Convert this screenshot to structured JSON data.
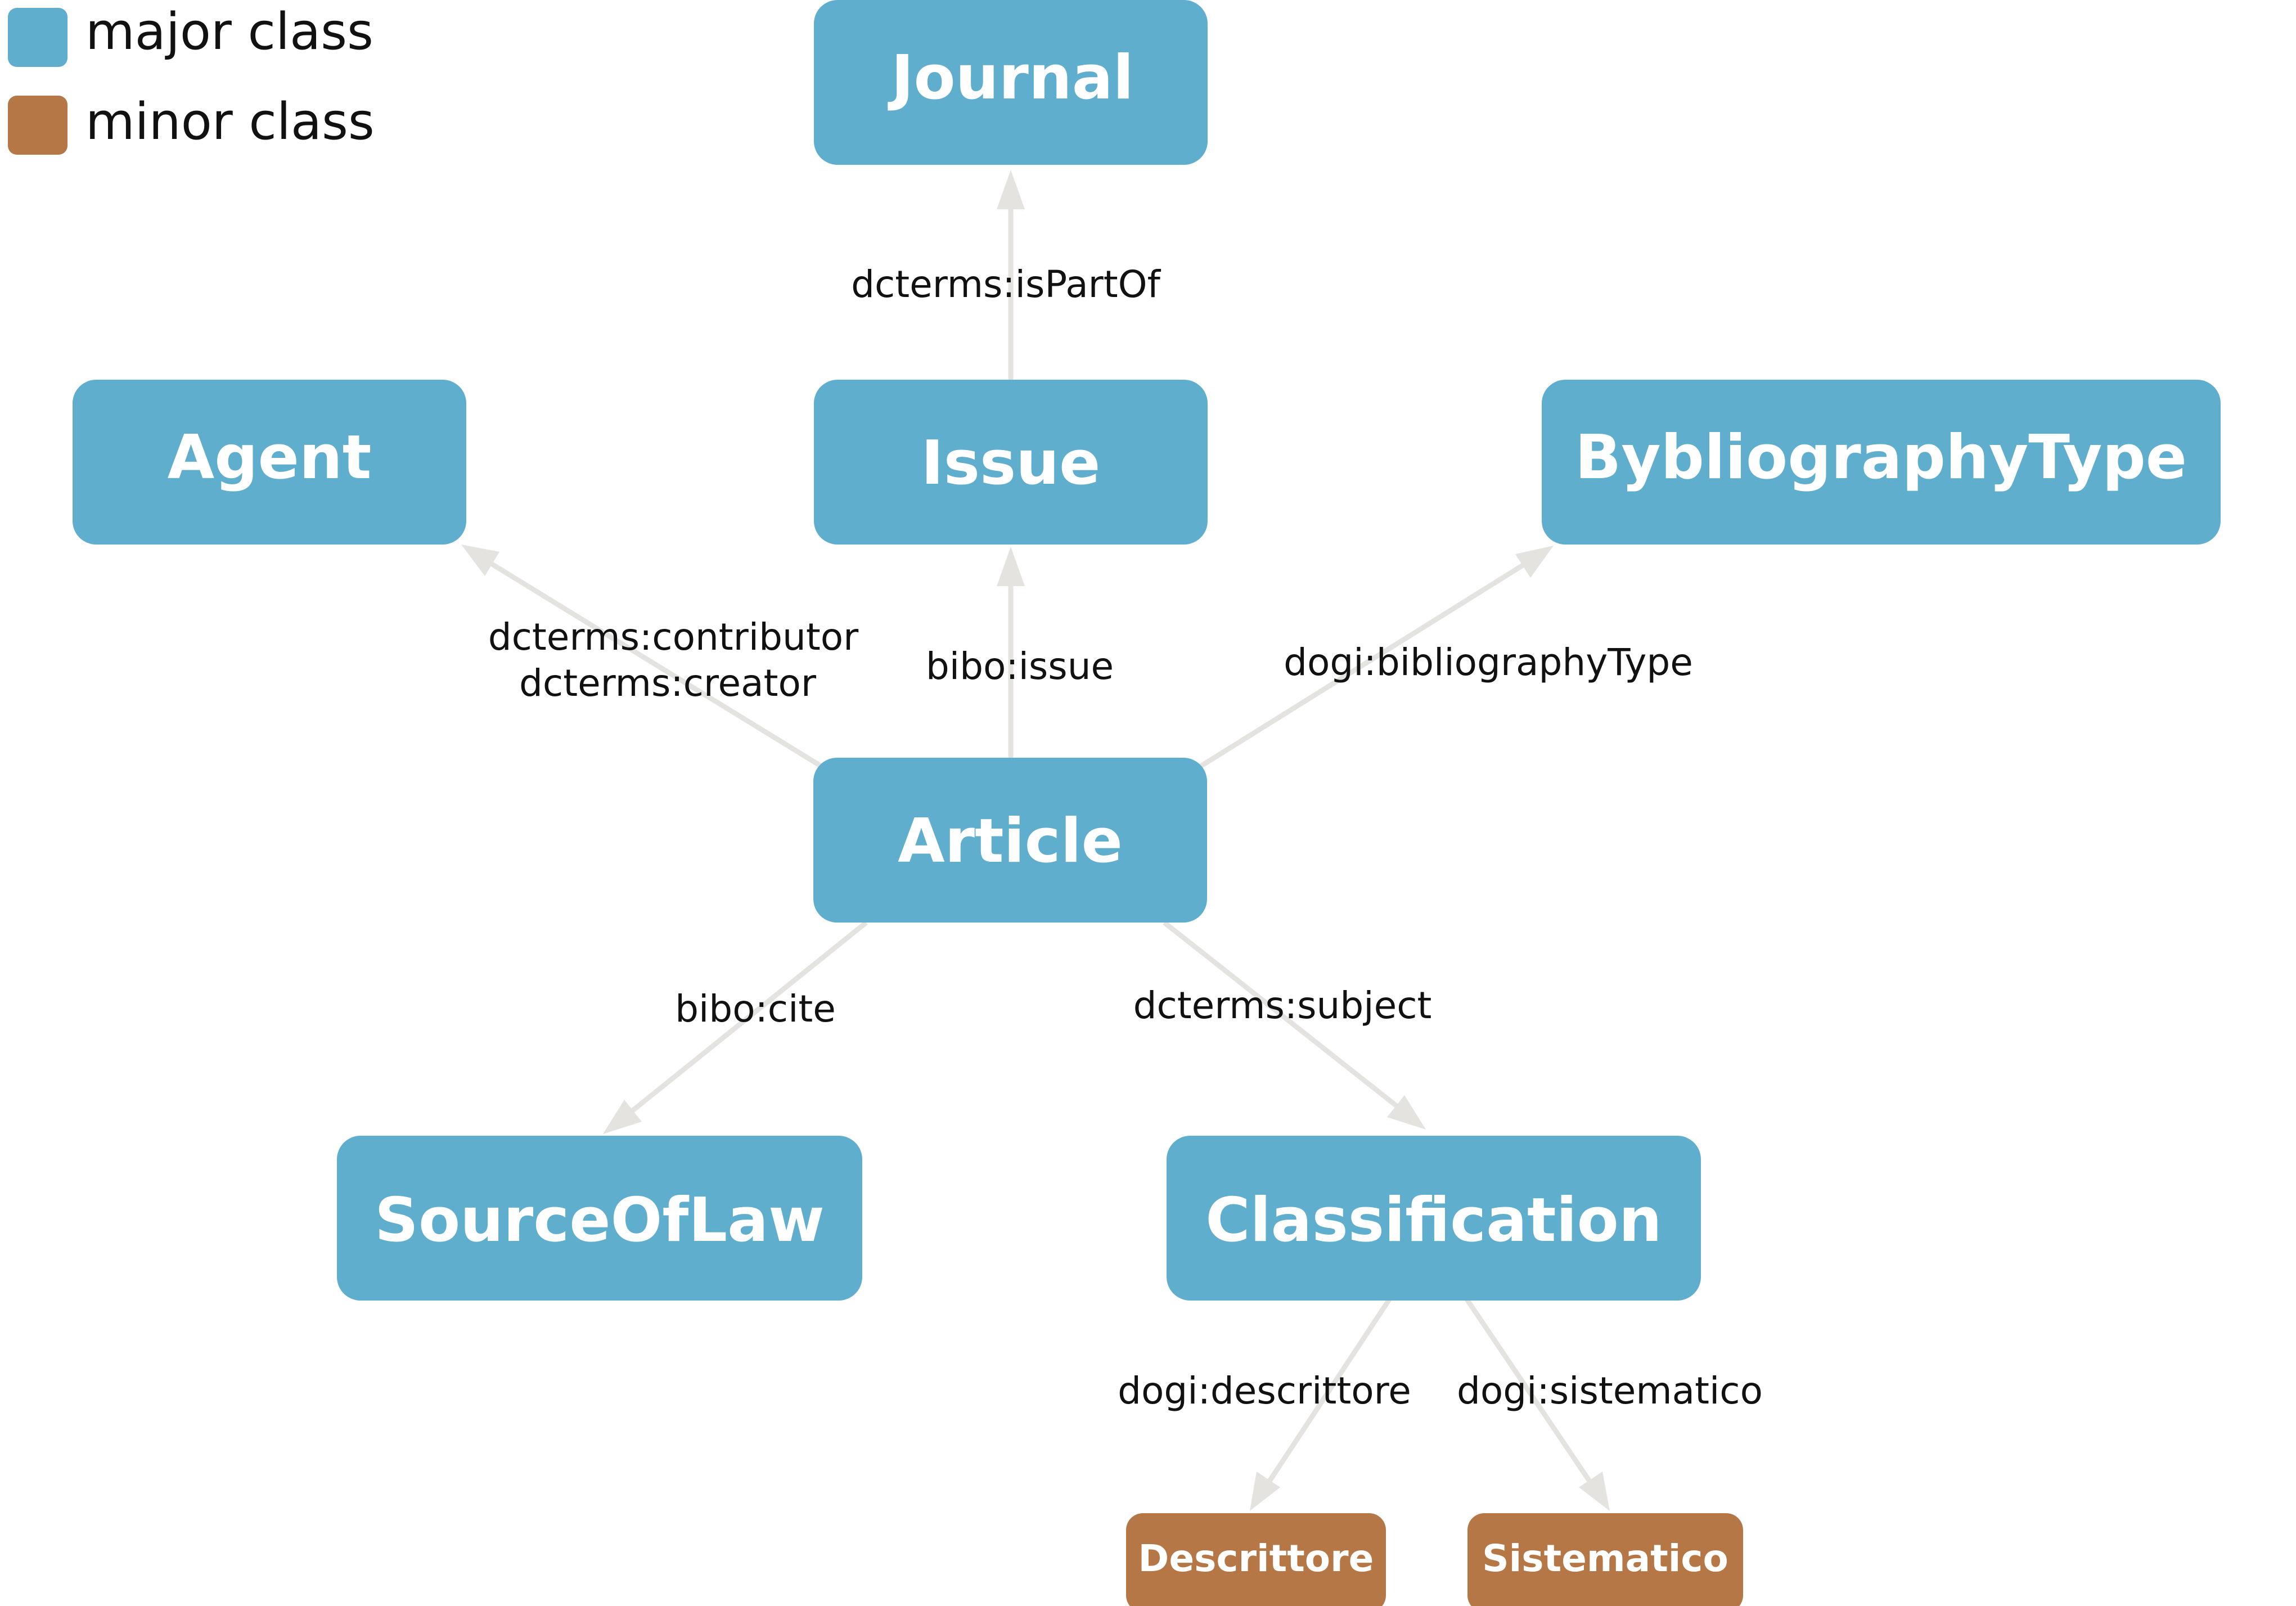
{
  "colors": {
    "major": "#60aecd",
    "minor": "#b57745",
    "edge": "#e4e3e0",
    "label": "#111111",
    "node_text": "#ffffff"
  },
  "legend": {
    "major_label": "major class",
    "minor_label": "minor class"
  },
  "nodes": {
    "journal": "Journal",
    "agent": "Agent",
    "issue": "Issue",
    "bybliography_type": "BybliographyType",
    "article": "Article",
    "source_of_law": "SourceOfLaw",
    "classification": "Classification",
    "descrittore": "Descrittore",
    "sistematico": "Sistematico"
  },
  "edges": {
    "is_part_of": "dcterms:isPartOf",
    "contributor": "dcterms:contributor",
    "creator": "dcterms:creator",
    "issue": "bibo:issue",
    "bibliography_type": "dogi:bibliographyType",
    "cite": "bibo:cite",
    "subject": "dcterms:subject",
    "descrittore": "dogi:descrittore",
    "sistematico": "dogi:sistematico"
  }
}
